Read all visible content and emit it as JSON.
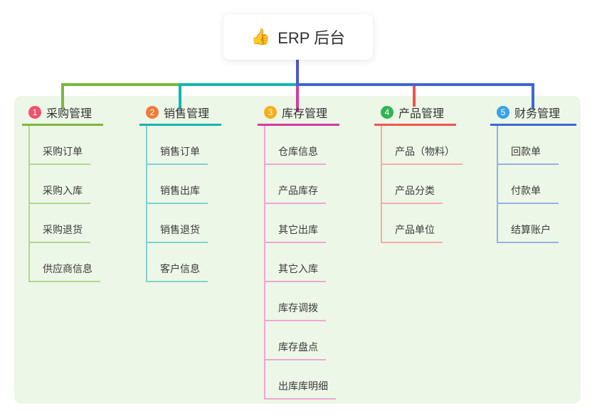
{
  "root": {
    "icon": "👍",
    "title": "ERP 后台"
  },
  "branches": [
    {
      "badge": "1",
      "title": "采购管理",
      "color": "#7CB83C",
      "light": "#AFD88E",
      "badge_color": "#F2506E",
      "children": [
        "采购订单",
        "采购入库",
        "采购退货",
        "供应商信息"
      ]
    },
    {
      "badge": "2",
      "title": "销售管理",
      "color": "#14B6AE",
      "light": "#7FD4CD",
      "badge_color": "#F07A3A",
      "children": [
        "销售订单",
        "销售出库",
        "销售退货",
        "客户信息"
      ]
    },
    {
      "badge": "3",
      "title": "库存管理",
      "color": "#D43A9F",
      "light": "#EFA6D4",
      "badge_color": "#FBAD1A",
      "children": [
        "仓库信息",
        "产品库存",
        "其它出库",
        "其它入库",
        "库存调拨",
        "库存盘点",
        "出库库明细"
      ]
    },
    {
      "badge": "4",
      "title": "产品管理",
      "color": "#F2544F",
      "light": "#F8ACA8",
      "badge_color": "#32B452",
      "children": [
        "产品（物料）",
        "产品分类",
        "产品单位"
      ]
    },
    {
      "badge": "5",
      "title": "财务管理",
      "color": "#3E66D3",
      "light": "#98AFE4",
      "badge_color": "#38A3E8",
      "children": [
        "回款单",
        "付款单",
        "结算账户"
      ]
    }
  ],
  "colors": {
    "canvas_background": "#ECF7E7",
    "root_connector": "#4A58C8",
    "text": "#333333"
  }
}
